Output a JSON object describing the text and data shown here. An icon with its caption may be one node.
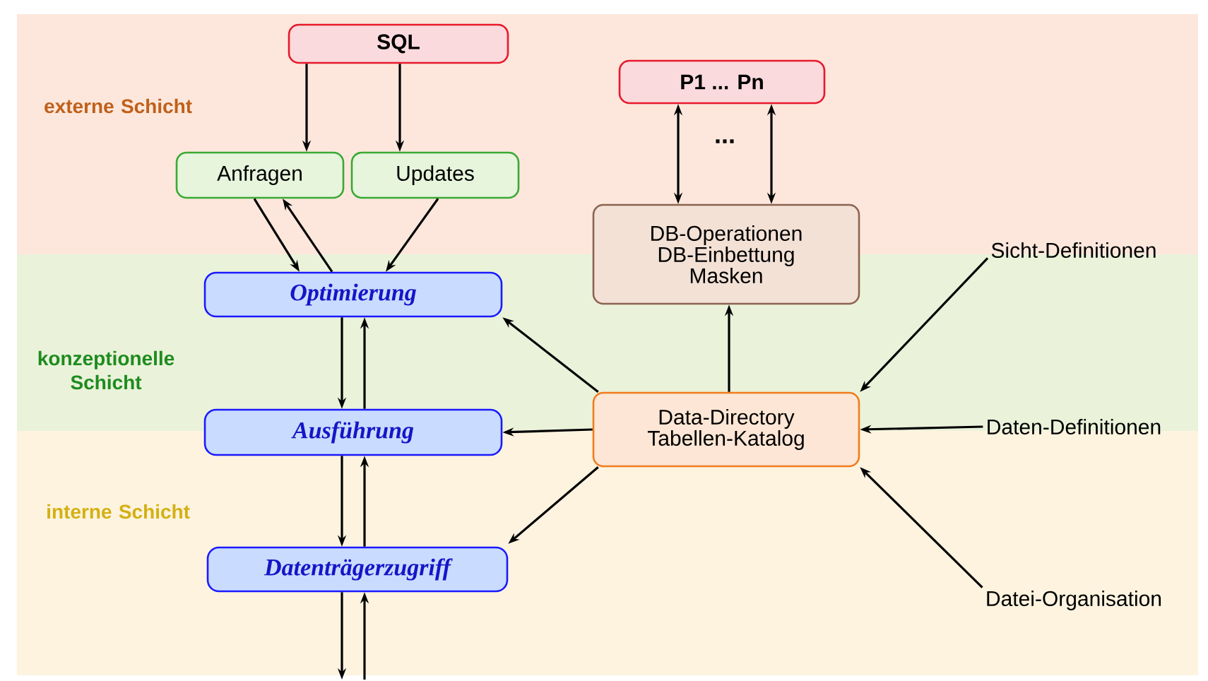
{
  "diagram": {
    "nodes": [
      {
        "text": [
          "externe Schicht"
        ]
      },
      {
        "text": [
          "konzeptionelle Schicht"
        ]
      },
      {
        "text": [
          "interne Schicht"
        ]
      },
      {
        "text": [
          "SQL"
        ],
        "in": 0
      },
      {
        "text": [
          "Anfragen"
        ],
        "in": 0
      },
      {
        "text": [
          "Updates"
        ],
        "in": 0
      },
      {
        "text": [
          "P1 ... Pn"
        ],
        "in": 0
      },
      {
        "text": [
          "Optimierung"
        ],
        "in": 1
      },
      {
        "text": [
          "DB-Operationen DB-Einbettung Masken"
        ]
      },
      {
        "text": [
          "Sicht-Definitionen"
        ]
      },
      {
        "text": [
          "Ausführung"
        ]
      },
      {
        "text": [
          "Data-Directory Tabellen-Katalog"
        ]
      },
      {
        "text": [
          "Daten-Definitionen"
        ]
      },
      {
        "text": [
          "Datenträgerzugriff"
        ],
        "in": 2
      },
      {
        "text": [
          "Datei-Organisation"
        ],
        "in": 2
      }
    ],
    "edges": [
      {
        "from": 3,
        "to": 4,
        "arrow": "to"
      },
      {
        "from": 3,
        "to": 5,
        "arrow": "to"
      },
      {
        "from": 4,
        "to": 7,
        "arrow": "to"
      },
      {
        "from": 7,
        "to": 4,
        "arrow": "to"
      },
      {
        "from": 5,
        "to": 7,
        "arrow": "to"
      },
      {
        "from": 7,
        "to": 10,
        "arrow": "to"
      },
      {
        "from": 10,
        "to": 7,
        "arrow": "to"
      },
      {
        "from": 10,
        "to": 13,
        "arrow": "to"
      },
      {
        "from": 13,
        "to": 10,
        "arrow": "to"
      },
      {
        "from": 13,
        "to": null,
        "arrow": "to"
      },
      {
        "from": null,
        "to": 13,
        "arrow": "to"
      },
      {
        "from": 6,
        "to": 8,
        "arrow": "both"
      },
      {
        "from": 6,
        "to": 8,
        "arrow": "both"
      },
      {
        "from": 11,
        "to": 8,
        "arrow": "to"
      },
      {
        "from": 11,
        "to": 7,
        "arrow": "to"
      },
      {
        "from": 11,
        "to": 10,
        "arrow": "to"
      },
      {
        "from": 11,
        "to": 13,
        "arrow": "to"
      },
      {
        "from": 9,
        "to": 11,
        "arrow": "to"
      },
      {
        "from": 12,
        "to": 11,
        "arrow": "to"
      },
      {
        "from": 14,
        "to": 11,
        "arrow": "to"
      }
    ],
    "labels": [
      "..."
    ]
  }
}
